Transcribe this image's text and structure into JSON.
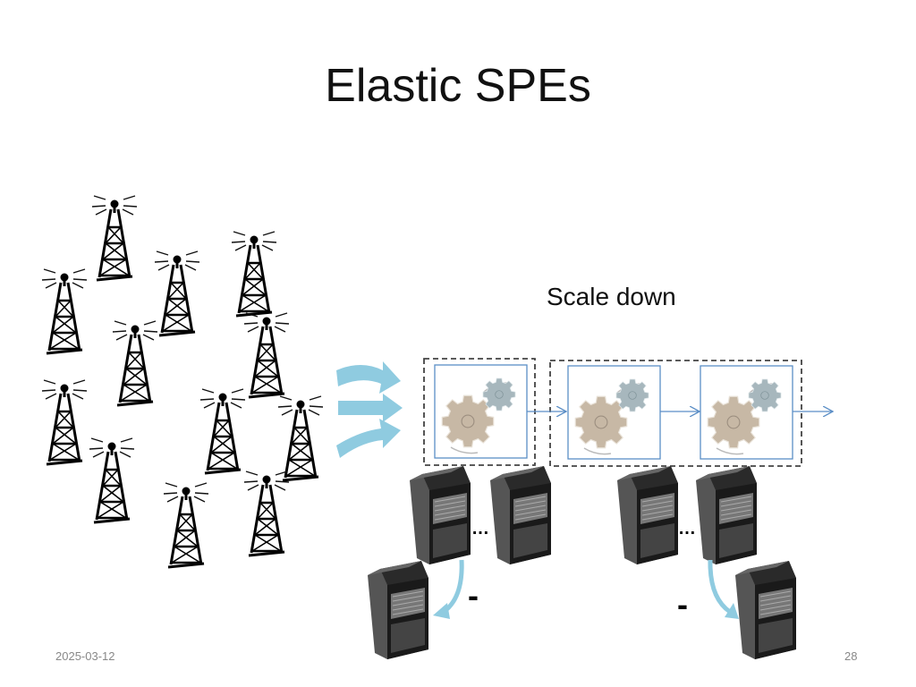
{
  "slide": {
    "title": "Elastic SPEs",
    "annotation": "Scale down",
    "date": "2025-03-12",
    "page_number": "28"
  },
  "cluster": {
    "ellipsis_left": "…",
    "ellipsis_right": "…",
    "remove_left": "-",
    "remove_right": "-"
  },
  "colors": {
    "arrow_blue": "#5b8ec6",
    "flow_blue": "#8fcbe0",
    "gear_brown": "#c7b8a5",
    "gear_slate": "#a7b7bd"
  },
  "icons": [
    "radio-tower-icon",
    "gear-icon",
    "server-icon",
    "flow-arrow-icon"
  ]
}
